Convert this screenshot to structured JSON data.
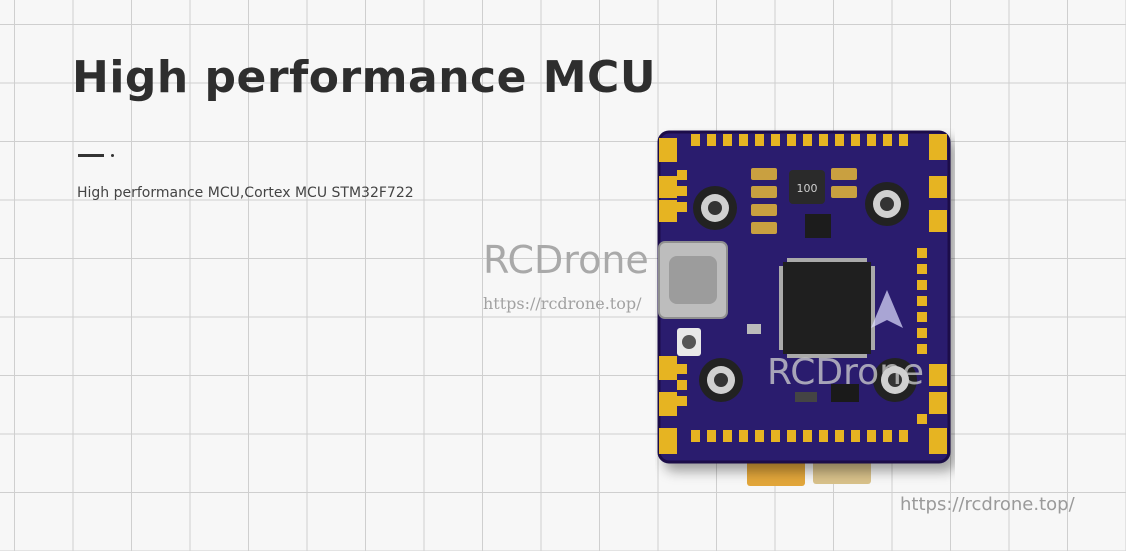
{
  "heading": "High performance MCU",
  "description": "High performance MCU,Cortex MCU STM32F722",
  "watermark": {
    "brand": "RCDrone",
    "url": "https://rcdrone.top/",
    "overlay_brand": "RCDrone",
    "corner_url": "https://rcdrone.top/"
  },
  "board": {
    "inductor_label": "100",
    "colors": {
      "pcb": "#2b1a6e",
      "pad": "#e6b422",
      "chip": "#1f1f1f"
    }
  }
}
